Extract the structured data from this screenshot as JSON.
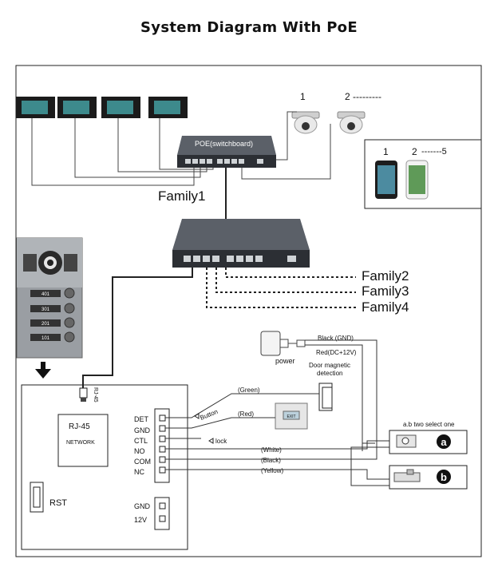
{
  "title": "System Diagram With PoE",
  "switchboard_label": "POE(switchboard)",
  "families": {
    "family1": "Family1",
    "family2": "Family2",
    "family3": "Family3",
    "family4": "Family4"
  },
  "cameras": {
    "cam1": "1",
    "cam2": "2",
    "cam_more": "2 ---------"
  },
  "phones": {
    "p1": "1",
    "p2": "2",
    "more": "-------5"
  },
  "outdoor_panel": {
    "buttons": [
      "401",
      "301",
      "201",
      "101"
    ]
  },
  "terminal": {
    "rj45_cable": "RJ-45",
    "rj45_title": "RJ-45",
    "network": "NETWORK",
    "rst": "RST",
    "pins": [
      "DET",
      "GND",
      "CTL",
      "NO",
      "COM",
      "NC"
    ],
    "power_pins": [
      "GND",
      "12V"
    ]
  },
  "wiring": {
    "power": "power",
    "black_gnd": "Black (GND)",
    "red_12v": "Red(DC+12V)",
    "door_magnetic": "Door magnetic",
    "detection": "detection",
    "green": "(Green)",
    "red": "(Red)",
    "button": "Button",
    "lock": "lock",
    "white": "(White)",
    "black": "(Black)",
    "yellow": "(Yellow)",
    "exit_button_text": "EXIT",
    "ab_select": "a.b two select one",
    "a": "a",
    "b": "b"
  }
}
